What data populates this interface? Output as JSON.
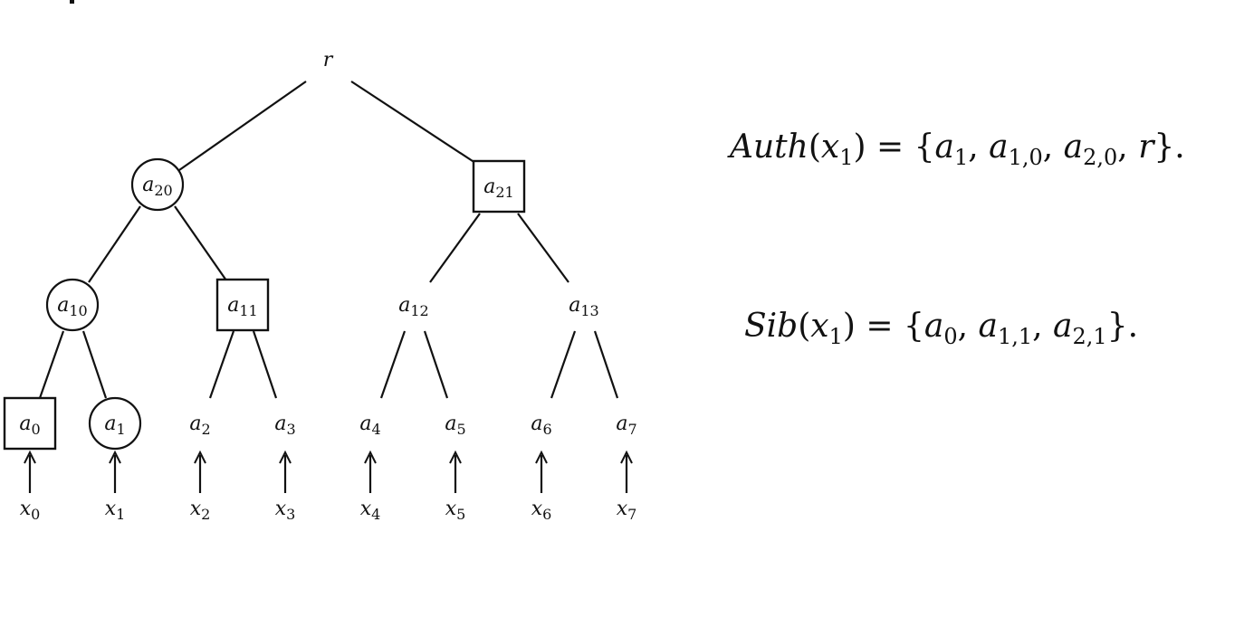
{
  "tree": {
    "root": {
      "base": "r",
      "sub": "",
      "shape": "none"
    },
    "level2": [
      {
        "base": "a",
        "sub": "20",
        "shape": "circle"
      },
      {
        "base": "a",
        "sub": "21",
        "shape": "square"
      }
    ],
    "level1": [
      {
        "base": "a",
        "sub": "10",
        "shape": "circle"
      },
      {
        "base": "a",
        "sub": "11",
        "shape": "square"
      },
      {
        "base": "a",
        "sub": "12",
        "shape": "none"
      },
      {
        "base": "a",
        "sub": "13",
        "shape": "none"
      }
    ],
    "leaves": [
      {
        "base": "a",
        "sub": "0",
        "shape": "square"
      },
      {
        "base": "a",
        "sub": "1",
        "shape": "circle"
      },
      {
        "base": "a",
        "sub": "2",
        "shape": "none"
      },
      {
        "base": "a",
        "sub": "3",
        "shape": "none"
      },
      {
        "base": "a",
        "sub": "4",
        "shape": "none"
      },
      {
        "base": "a",
        "sub": "5",
        "shape": "none"
      },
      {
        "base": "a",
        "sub": "6",
        "shape": "none"
      },
      {
        "base": "a",
        "sub": "7",
        "shape": "none"
      }
    ],
    "inputs": [
      {
        "base": "x",
        "sub": "0"
      },
      {
        "base": "x",
        "sub": "1"
      },
      {
        "base": "x",
        "sub": "2"
      },
      {
        "base": "x",
        "sub": "3"
      },
      {
        "base": "x",
        "sub": "4"
      },
      {
        "base": "x",
        "sub": "5"
      },
      {
        "base": "x",
        "sub": "6"
      },
      {
        "base": "x",
        "sub": "7"
      }
    ]
  },
  "formulas": {
    "auth": [
      {
        "t": "Auth",
        "i": true
      },
      {
        "t": "("
      },
      {
        "t": "x",
        "i": true,
        "s": "1"
      },
      {
        "t": ") = {"
      },
      {
        "t": "a",
        "i": true,
        "s": "1"
      },
      {
        "t": ", "
      },
      {
        "t": "a",
        "i": true,
        "s": "1,0"
      },
      {
        "t": ", "
      },
      {
        "t": "a",
        "i": true,
        "s": "2,0"
      },
      {
        "t": ", "
      },
      {
        "t": "r",
        "i": true
      },
      {
        "t": "}."
      }
    ],
    "sib": [
      {
        "t": "Sib",
        "i": true
      },
      {
        "t": "("
      },
      {
        "t": "x",
        "i": true,
        "s": "1"
      },
      {
        "t": ") = {"
      },
      {
        "t": "a",
        "i": true,
        "s": "0"
      },
      {
        "t": ", "
      },
      {
        "t": "a",
        "i": true,
        "s": "1,1"
      },
      {
        "t": ", "
      },
      {
        "t": "a",
        "i": true,
        "s": "2,1"
      },
      {
        "t": "}."
      }
    ]
  }
}
